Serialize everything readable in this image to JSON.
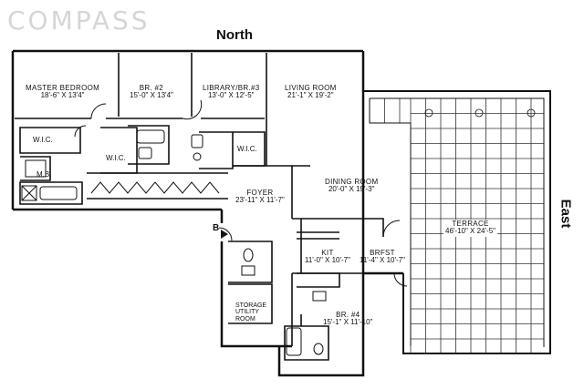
{
  "brand": {
    "logo_text": "COMPASS"
  },
  "compass": {
    "north": "North",
    "east": "East"
  },
  "rooms": {
    "master_bedroom": {
      "name": "MASTER BEDROOM",
      "dims": "18'-6\" X 13'4\""
    },
    "br2": {
      "name": "BR. #2",
      "dims": "15'-0\" X 13'4\""
    },
    "library": {
      "name": "LIBRARY/BR.#3",
      "dims": "13'-0\" X 12'-5\""
    },
    "living_room": {
      "name": "LIVING ROOM",
      "dims": "21'-1\" X 19'-2\""
    },
    "dining_room": {
      "name": "DINING ROOM",
      "dims": "20'-0\" X 19'-3\""
    },
    "foyer": {
      "name": "FOYER",
      "dims": "23'-11\" X 11'-7\""
    },
    "terrace": {
      "name": "TERRACE",
      "dims": "46'-10\" X 24'-5\""
    },
    "kit": {
      "name": "KIT",
      "dims": "11'-0\" X 10'-7\""
    },
    "brfst": {
      "name": "BRFST",
      "dims": "11'-4\" X 10'-7\""
    },
    "br4": {
      "name": "BR. #4",
      "dims": "15'-1\" X 11'-10\""
    }
  },
  "small_labels": {
    "wic_master": "W.I.C.",
    "wic_br2": "W.I.C.",
    "wic_library": "W.I.C.",
    "mb": "M.B.",
    "storage": [
      "STORAGE",
      "UTILITY",
      "ROOM"
    ],
    "entry": "B"
  },
  "colors": {
    "wall": "#111111",
    "grid": "#333333",
    "logo": "#c8c8c8"
  }
}
